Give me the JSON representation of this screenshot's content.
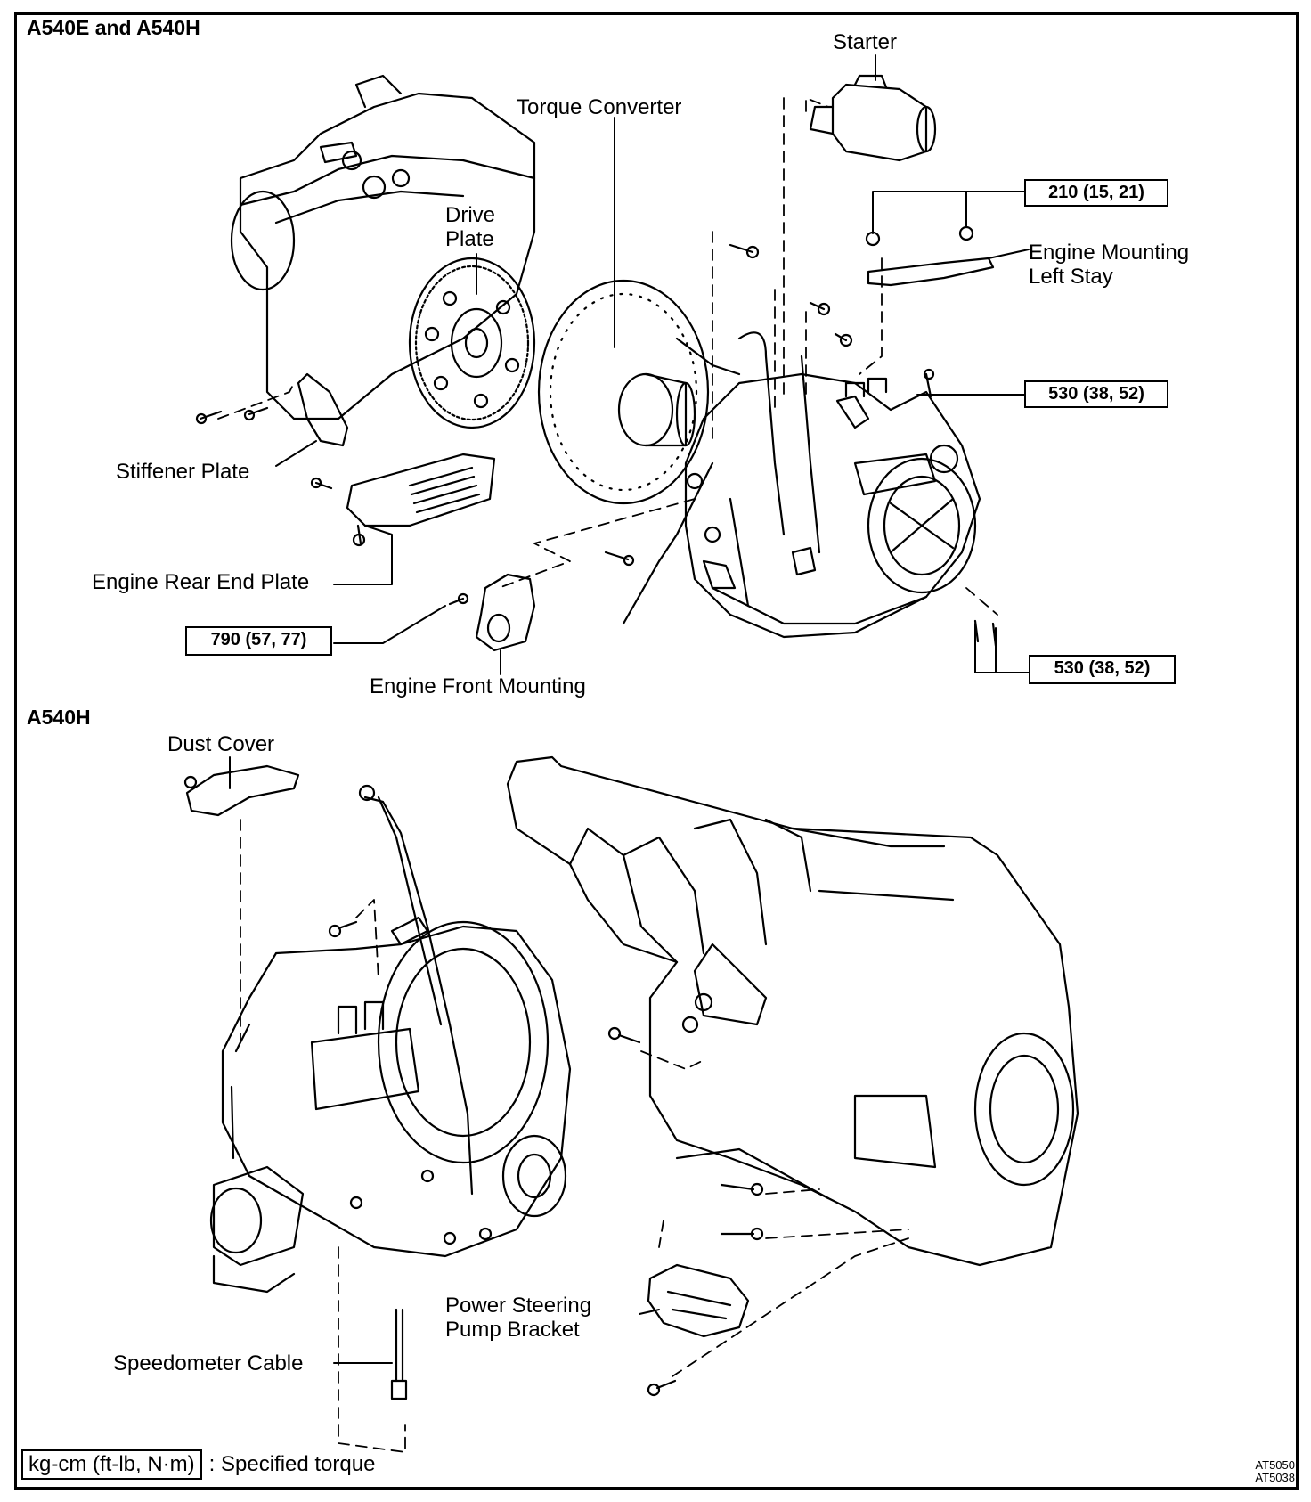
{
  "sections": {
    "top": "A540E and A540H",
    "bottom": "A540H"
  },
  "labels": {
    "starter": "Starter",
    "torque_converter": "Torque Converter",
    "drive_plate_1": "Drive",
    "drive_plate_2": "Plate",
    "engine_mounting_left_stay_1": "Engine Mounting",
    "engine_mounting_left_stay_2": "Left Stay",
    "stiffener_plate": "Stiffener Plate",
    "engine_rear_end_plate": "Engine Rear End Plate",
    "engine_front_mounting": "Engine Front Mounting",
    "dust_cover": "Dust Cover",
    "power_steering_1": "Power Steering",
    "power_steering_2": "Pump Bracket",
    "speedometer_cable": "Speedometer Cable"
  },
  "torque_boxes": {
    "t1": "210 (15, 21)",
    "t2": "530 (38, 52)",
    "t3": "790 (57, 77)",
    "t4": "530 (38, 52)"
  },
  "legend": {
    "unit": "kg-cm (ft-lb, N·m)",
    "text": ": Specified torque"
  },
  "codes": {
    "c1": "AT5050",
    "c2": "AT5038"
  }
}
